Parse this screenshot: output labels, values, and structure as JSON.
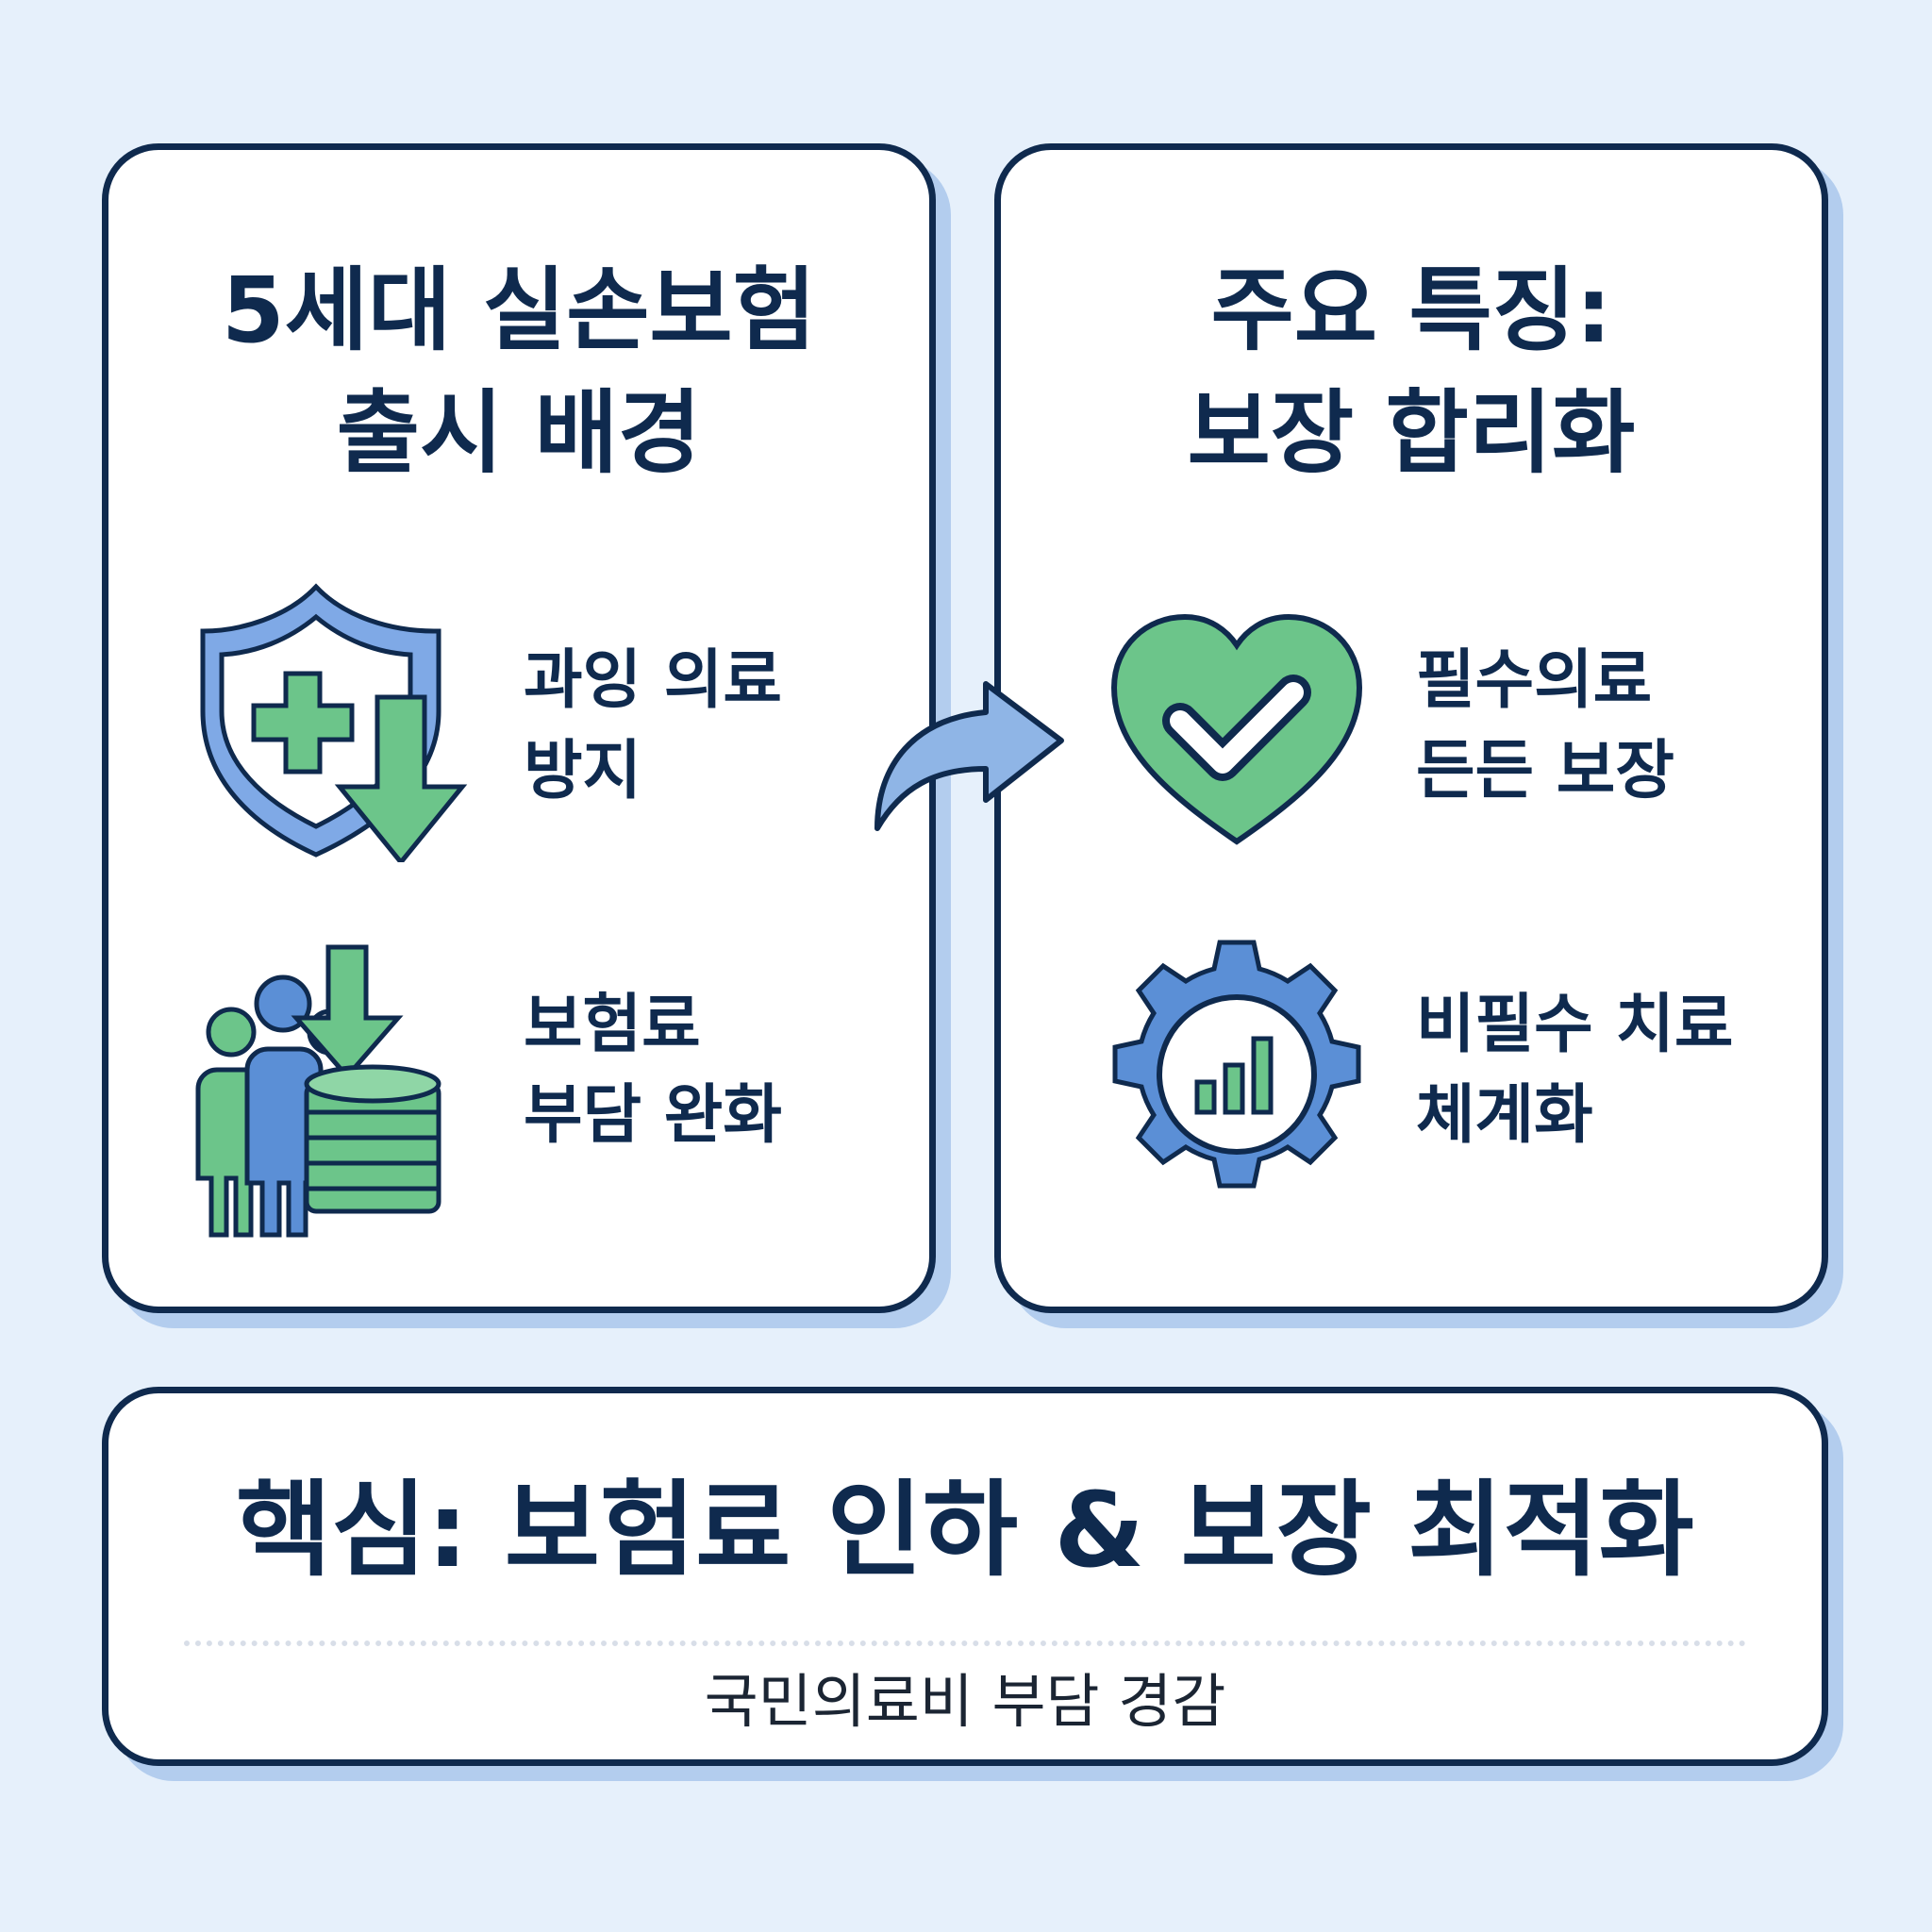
{
  "left_card": {
    "title_line1": "5세대 실손보험",
    "title_line2": "출시 배경",
    "items": [
      {
        "line1": "과잉 의료",
        "line2": "방지",
        "icon": "shield-cross-down-arrow-icon"
      },
      {
        "line1": "보험료",
        "line2": "부담 완화",
        "icon": "people-coins-down-arrow-icon"
      }
    ]
  },
  "right_card": {
    "title_line1": "주요 특징:",
    "title_line2": "보장 합리화",
    "items": [
      {
        "line1": "필수의료",
        "line2": "든든 보장",
        "icon": "heart-check-icon"
      },
      {
        "line1": "비필수 치료",
        "line2": "체계화",
        "icon": "gear-chart-icon"
      }
    ]
  },
  "bottom_card": {
    "headline": "핵심: 보험료 인하 & 보장 최적화",
    "subtitle": "국민의료비 부담 경감"
  },
  "colors": {
    "navy": "#0f2a4e",
    "blue": "#5b8fd6",
    "light_blue": "#9dbfea",
    "green": "#6cc58a",
    "background": "#e6f0fb",
    "card_shadow": "#b3cdee"
  }
}
